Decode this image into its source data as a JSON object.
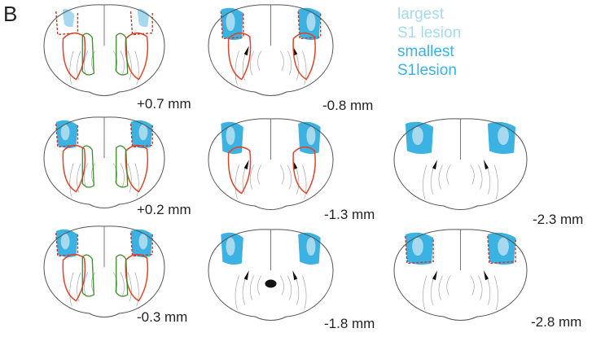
{
  "figure": {
    "panel_label": "B"
  },
  "legend": [
    {
      "label": "largest",
      "color": "#a7d9ee"
    },
    {
      "label": "S1 lesion",
      "color": "#a7d9ee"
    },
    {
      "label": "smallest",
      "color": "#3bb2e2"
    },
    {
      "label": "S1lesion",
      "color": "#3bb2e2"
    }
  ],
  "colors": {
    "outline": "#555555",
    "striatum": "#d9472b",
    "green": "#3a8a2a",
    "lesion_dashed": "#c0392b"
  },
  "sections": [
    {
      "coord": "+0.7 mm",
      "type": "frontal",
      "striatum": true,
      "green": true,
      "lesion": "small-dashed"
    },
    {
      "coord": "-0.8 mm",
      "type": "mid",
      "striatum": true,
      "green": false,
      "lesion": "dashed"
    },
    {
      "coord": "+0.2 mm",
      "type": "frontal",
      "striatum": true,
      "green": true,
      "lesion": "dashed"
    },
    {
      "coord": "-1.3 mm",
      "type": "mid",
      "striatum": true,
      "green": false,
      "lesion": "full"
    },
    {
      "coord": "-2.3 mm",
      "type": "caudal",
      "striatum": false,
      "green": false,
      "lesion": "full"
    },
    {
      "coord": "-0.3 mm",
      "type": "frontal",
      "striatum": true,
      "green": true,
      "lesion": "dashed"
    },
    {
      "coord": "-1.8 mm",
      "type": "mid",
      "striatum": false,
      "green": false,
      "lesion": "full"
    },
    {
      "coord": "-2.8 mm",
      "type": "caudal",
      "striatum": false,
      "green": false,
      "lesion": "dashed"
    }
  ]
}
